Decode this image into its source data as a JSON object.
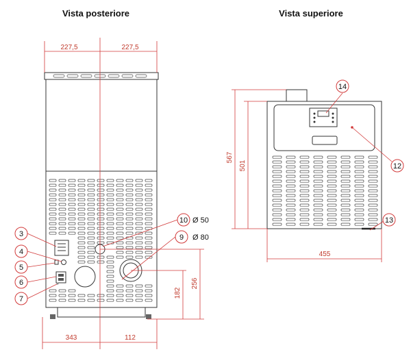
{
  "titles": {
    "rear": "Vista posteriore",
    "top": "Vista superiore"
  },
  "rear_dimensions": {
    "left_half": "227,5",
    "right_half": "227,5",
    "bottom_left": "343",
    "bottom_right": "112",
    "height_256": "256",
    "height_182": "182"
  },
  "top_dimensions": {
    "depth_567": "567",
    "depth_501": "501",
    "width_455": "455"
  },
  "callouts": [
    {
      "num": "3"
    },
    {
      "num": "4"
    },
    {
      "num": "5"
    },
    {
      "num": "6"
    },
    {
      "num": "7"
    },
    {
      "num": "9",
      "label": "Ø 80"
    },
    {
      "num": "10",
      "label": "Ø 50"
    },
    {
      "num": "12"
    },
    {
      "num": "13"
    },
    {
      "num": "14"
    }
  ],
  "colors": {
    "dimension": "#c0392b",
    "outline": "#333333"
  }
}
